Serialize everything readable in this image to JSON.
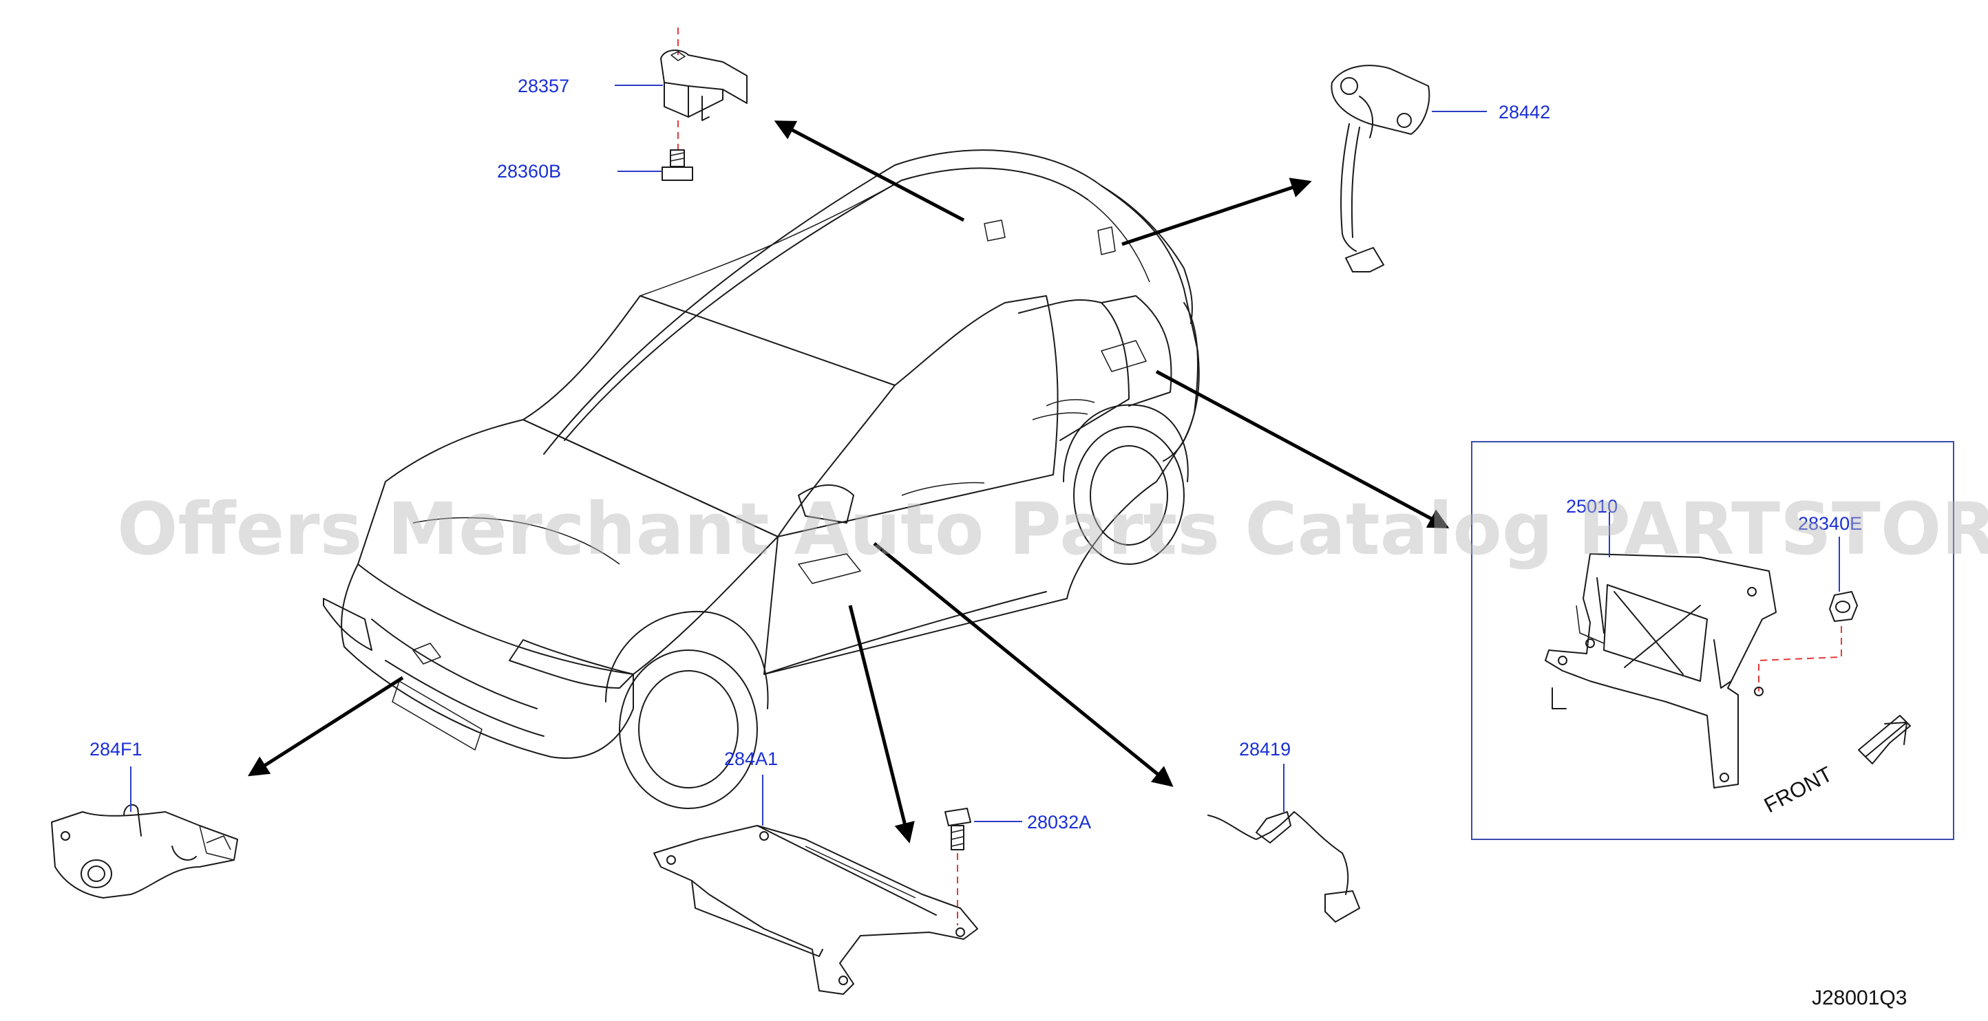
{
  "diagram": {
    "parts": {
      "p28357": "28357",
      "p28360B": "28360B",
      "p28442": "28442",
      "p284F1": "284F1",
      "p284A1": "284A1",
      "p28032A": "28032A",
      "p28419": "28419",
      "inset_left": "25010",
      "inset_right": "28340E"
    },
    "front_label": "FRONT",
    "diagram_code": "J28001Q3",
    "watermark": "Offers Merchant Auto Parts Catalog PARTSTORE.SA"
  },
  "colors": {
    "label": "#1a2fd6",
    "line": "#1a1a1a",
    "dashed": "#e23a3a",
    "inset_border": "#3a4bb0",
    "watermark": "#b9b9b9"
  }
}
